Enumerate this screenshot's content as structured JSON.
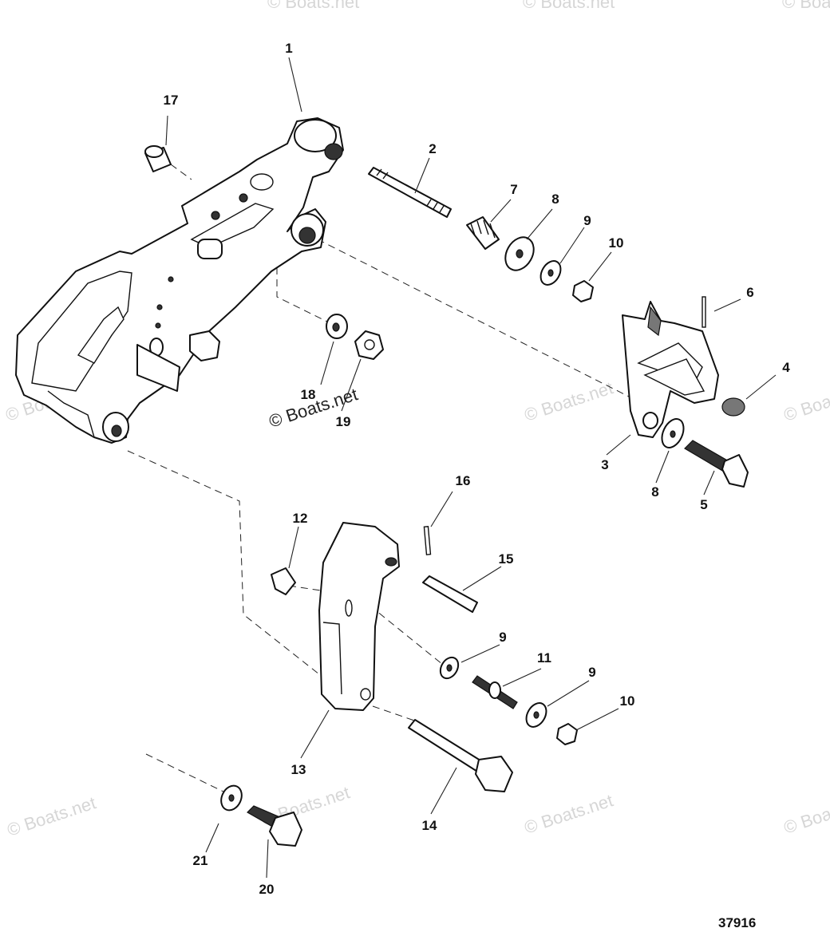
{
  "figure_number": "37916",
  "watermark_text": "© Boats.net",
  "callouts": [
    {
      "id": "c1",
      "label": "1"
    },
    {
      "id": "c2",
      "label": "2"
    },
    {
      "id": "c3",
      "label": "3"
    },
    {
      "id": "c4",
      "label": "4"
    },
    {
      "id": "c5",
      "label": "5"
    },
    {
      "id": "c6",
      "label": "6"
    },
    {
      "id": "c7",
      "label": "7"
    },
    {
      "id": "c8a",
      "label": "8"
    },
    {
      "id": "c8b",
      "label": "8"
    },
    {
      "id": "c9a",
      "label": "9"
    },
    {
      "id": "c9b",
      "label": "9"
    },
    {
      "id": "c9c",
      "label": "9"
    },
    {
      "id": "c10a",
      "label": "10"
    },
    {
      "id": "c10b",
      "label": "10"
    },
    {
      "id": "c11",
      "label": "11"
    },
    {
      "id": "c12",
      "label": "12"
    },
    {
      "id": "c13",
      "label": "13"
    },
    {
      "id": "c14",
      "label": "14"
    },
    {
      "id": "c15",
      "label": "15"
    },
    {
      "id": "c16",
      "label": "16"
    },
    {
      "id": "c17",
      "label": "17"
    },
    {
      "id": "c18",
      "label": "18"
    },
    {
      "id": "c19",
      "label": "19"
    },
    {
      "id": "c20",
      "label": "20"
    },
    {
      "id": "c21",
      "label": "21"
    }
  ]
}
